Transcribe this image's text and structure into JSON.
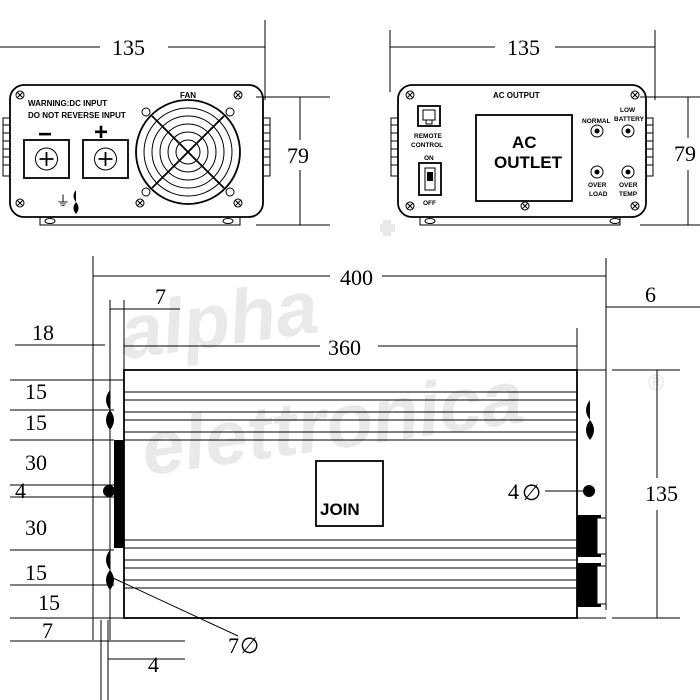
{
  "front_view": {
    "width_dim": "135",
    "height_dim": "79",
    "warning_line1": "WARNING:DC INPUT",
    "warning_line2": "DO NOT REVERSE  INPUT",
    "minus_sign": "−",
    "plus_sign": "+",
    "fan_label": "FAN",
    "ground_symbol": "⏚"
  },
  "rear_view": {
    "width_dim": "135",
    "height_dim": "79",
    "ac_output_label": "AC  OUTPUT",
    "remote_label_1": "REMOTE",
    "remote_label_2": "CONTROL",
    "on_label": "ON",
    "off_label": "OFF",
    "outlet_line1": "AC",
    "outlet_line2": "OUTLET",
    "normal_label": "NORMAL",
    "low_battery_1": "LOW",
    "low_battery_2": "BATTERY",
    "over_load_1": "OVER",
    "over_load_2": "LOAD",
    "over_temp_1": "OVER",
    "over_temp_2": "TEMP"
  },
  "top_view": {
    "overall_length": "400",
    "inner_length": "360",
    "end_cap_right": "6",
    "end_cap_left": "7",
    "left_offset": "18",
    "width": "135",
    "left_dims": [
      "15",
      "15",
      "30",
      "4",
      "30",
      "15",
      "15",
      "7"
    ],
    "bottom_dim": "4",
    "hole_right": "4",
    "hole_bottom": "7",
    "diameter_symbol": "∅",
    "logo": "JOIN"
  },
  "watermark": {
    "line1": "alpha",
    "line2": "elettronica",
    "registered": "®"
  }
}
